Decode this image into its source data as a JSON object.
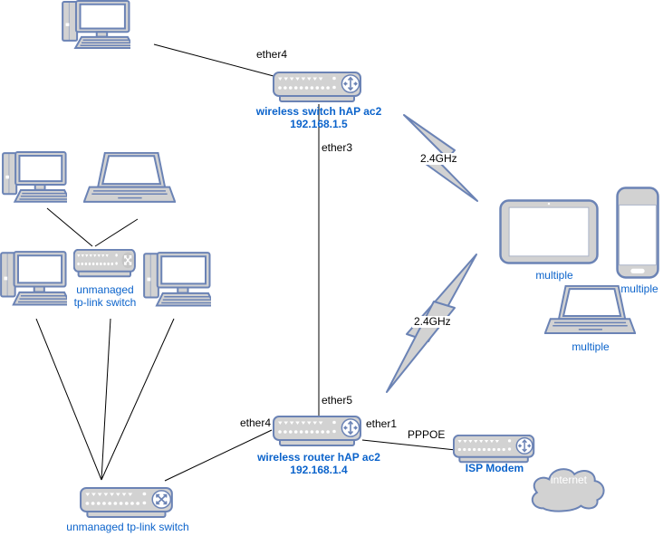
{
  "theme": {
    "label_blue": "#0b63cb",
    "device_stroke": "#6b83b5",
    "device_fill": "#d2d2d2",
    "line_color": "#000000",
    "cloud_text": "#ffffff"
  },
  "nodes": {
    "top_switch": {
      "name": "wireless switch hAP ac2",
      "ip": "192.168.1.5"
    },
    "router": {
      "name": "wireless router hAP ac2",
      "ip": "192.168.1.4"
    },
    "isp_modem": {
      "label": "ISP Modem"
    },
    "internet_cloud": {
      "label": "internet"
    },
    "switch1": {
      "label_line1": "unmanaged",
      "label_line2": "tp-link switch"
    },
    "switch2": {
      "label": "unmanaged tp-link switch"
    },
    "tablet": {
      "label": "multiple"
    },
    "phone": {
      "label": "multiple"
    },
    "laptop_right": {
      "label": "multiple"
    }
  },
  "edges": {
    "ether4_top": "ether4",
    "ether3": "ether3",
    "ether5": "ether5",
    "ether4_router": "ether4",
    "ether1": "ether1",
    "pppoe": "PPPOE",
    "wifi_top": "2.4GHz",
    "wifi_bottom": "2.4GHz"
  },
  "icons": {
    "desktop-pc-icon": "tower + monitor + keyboard",
    "laptop-icon": "open laptop",
    "switch-strip-icon": "rack device with port dots and routing emblem",
    "tablet-icon": "landscape tablet",
    "smartphone-icon": "portrait phone",
    "cloud-icon": "internet cloud",
    "lightning-bolt-icon": "wireless 2.4GHz link bolt"
  }
}
